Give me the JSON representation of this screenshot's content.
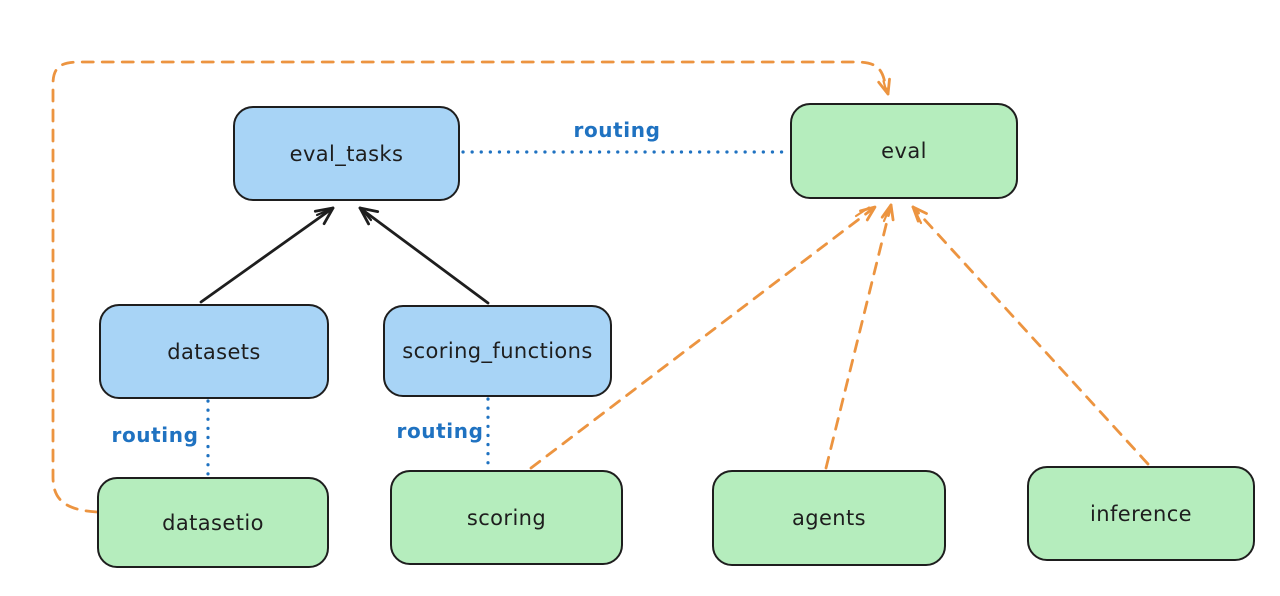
{
  "diagram": {
    "background": "#ffffff",
    "palette": {
      "resource_node_fill": "#a8d4f6",
      "provider_node_fill": "#b5edbd",
      "node_border": "#1e1e1e",
      "node_text": "#1e1e1e",
      "routing_line": "#1f72c1",
      "routing_label": "#1f72c1",
      "dashed_dependency_line": "#ec9440",
      "solid_arrow_line": "#1e1e1e"
    },
    "nodes": [
      {
        "id": "eval_tasks",
        "label": "eval_tasks",
        "fill": "#a8d4f6"
      },
      {
        "id": "eval",
        "label": "eval",
        "fill": "#b5edbd"
      },
      {
        "id": "datasets",
        "label": "datasets",
        "fill": "#a8d4f6"
      },
      {
        "id": "scoring_functions",
        "label": "scoring_functions",
        "fill": "#a8d4f6"
      },
      {
        "id": "datasetio",
        "label": "datasetio",
        "fill": "#b5edbd"
      },
      {
        "id": "scoring",
        "label": "scoring",
        "fill": "#b5edbd"
      },
      {
        "id": "agents",
        "label": "agents",
        "fill": "#b5edbd"
      },
      {
        "id": "inference",
        "label": "inference",
        "fill": "#b5edbd"
      }
    ],
    "edges": [
      {
        "from": "datasets",
        "to": "eval_tasks",
        "style": "solid-arrow",
        "color": "#1e1e1e",
        "label": ""
      },
      {
        "from": "scoring_functions",
        "to": "eval_tasks",
        "style": "solid-arrow",
        "color": "#1e1e1e",
        "label": ""
      },
      {
        "from": "eval_tasks",
        "to": "eval",
        "style": "dotted",
        "color": "#1f72c1",
        "label": "routing"
      },
      {
        "from": "datasets",
        "to": "datasetio",
        "style": "dotted",
        "color": "#1f72c1",
        "label": "routing"
      },
      {
        "from": "scoring_functions",
        "to": "scoring",
        "style": "dotted",
        "color": "#1f72c1",
        "label": "routing"
      },
      {
        "from": "datasetio",
        "to": "eval",
        "style": "dashed-arrow",
        "color": "#ec9440",
        "label": ""
      },
      {
        "from": "scoring",
        "to": "eval",
        "style": "dashed-arrow",
        "color": "#ec9440",
        "label": ""
      },
      {
        "from": "agents",
        "to": "eval",
        "style": "dashed-arrow",
        "color": "#ec9440",
        "label": ""
      },
      {
        "from": "inference",
        "to": "eval",
        "style": "dashed-arrow",
        "color": "#ec9440",
        "label": ""
      }
    ]
  }
}
